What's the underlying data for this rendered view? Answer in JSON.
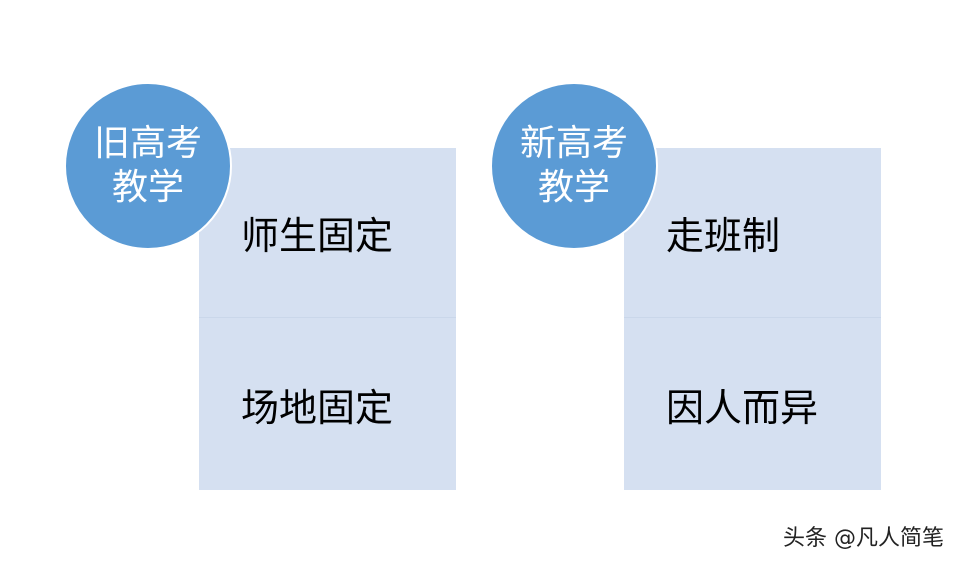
{
  "left": {
    "title_line1": "旧高考",
    "title_line2": "教学",
    "items": [
      "师生固定",
      "场地固定"
    ]
  },
  "right": {
    "title_line1": "新高考",
    "title_line2": "教学",
    "items": [
      "走班制",
      "因人而异"
    ]
  },
  "watermark": "头条 @凡人简笔",
  "colors": {
    "circle": "#5b9bd5",
    "box": "#d5e0f1"
  }
}
